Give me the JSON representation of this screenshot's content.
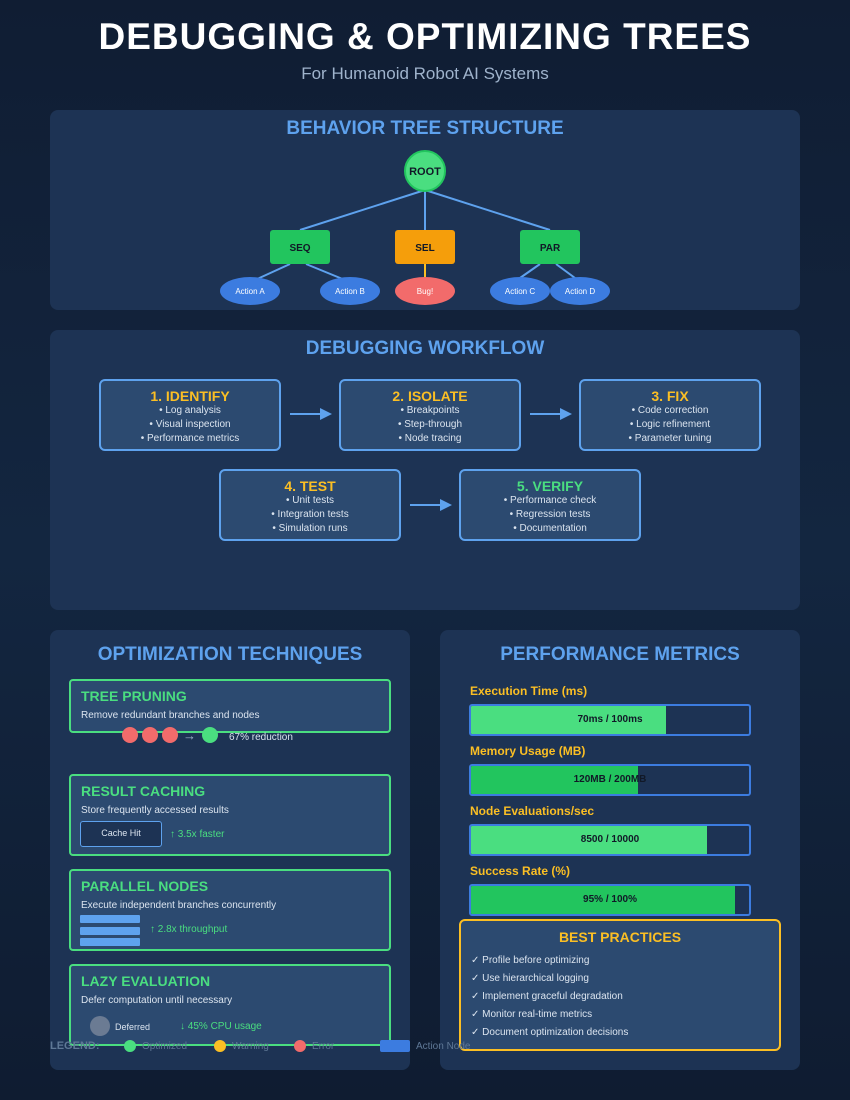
{
  "header": {
    "title": "DEBUGGING & OPTIMIZING TREES",
    "subtitle": "For Humanoid Robot AI Systems"
  },
  "tree": {
    "title": "BEHAVIOR TREE STRUCTURE",
    "root": "ROOT",
    "seq": "SEQ",
    "sel": "SEL",
    "par": "PAR",
    "action_a": "Action A",
    "action_b": "Action B",
    "bug": "Bug!",
    "action_c": "Action C",
    "action_d": "Action D"
  },
  "workflow": {
    "title": "DEBUGGING WORKFLOW",
    "steps": [
      {
        "title": "1. IDENTIFY",
        "items": [
          "• Log analysis",
          "• Visual inspection",
          "• Performance metrics"
        ]
      },
      {
        "title": "2. ISOLATE",
        "items": [
          "• Breakpoints",
          "• Step-through",
          "• Node tracing"
        ]
      },
      {
        "title": "3. FIX",
        "items": [
          "• Code correction",
          "• Logic refinement",
          "• Parameter tuning"
        ]
      },
      {
        "title": "4. TEST",
        "items": [
          "• Unit tests",
          "• Integration tests",
          "• Simulation runs"
        ]
      },
      {
        "title": "5. VERIFY",
        "items": [
          "• Performance check",
          "• Regression tests",
          "• Documentation"
        ]
      }
    ]
  },
  "optimization": {
    "title": "OPTIMIZATION TECHNIQUES",
    "pruning": {
      "title": "TREE PRUNING",
      "desc": "Remove redundant branches and nodes",
      "arrow": "→",
      "note": "67% reduction"
    },
    "caching": {
      "title": "RESULT CACHING",
      "desc": "Store frequently accessed results",
      "box": "Cache Hit",
      "note": "↑ 3.5x faster"
    },
    "parallel": {
      "title": "PARALLEL NODES",
      "desc": "Execute independent branches concurrently",
      "note": "↑ 2.8x throughput"
    },
    "lazy": {
      "title": "LAZY EVALUATION",
      "desc": "Defer computation until necessary",
      "deferred": "Deferred",
      "note": "↓ 45% CPU usage"
    }
  },
  "metrics": {
    "title": "PERFORMANCE METRICS",
    "items": [
      {
        "label": "Execution Time (ms)",
        "text": "70ms / 100ms",
        "fraction": 0.7,
        "color": "#4ade80"
      },
      {
        "label": "Memory Usage (MB)",
        "text": "120MB / 200MB",
        "fraction": 0.6,
        "color": "#22c55e"
      },
      {
        "label": "Node Evaluations/sec",
        "text": "8500 / 10000",
        "fraction": 0.85,
        "color": "#4ade80"
      },
      {
        "label": "Success Rate (%)",
        "text": "95% / 100%",
        "fraction": 0.95,
        "color": "#22c55e"
      }
    ]
  },
  "best_practices": {
    "title": "BEST PRACTICES",
    "items": [
      "✓ Profile before optimizing",
      "✓ Use hierarchical logging",
      "✓ Implement graceful degradation",
      "✓ Monitor real-time metrics",
      "✓ Document optimization decisions"
    ]
  },
  "legend": {
    "title": "LEGEND:",
    "optimized": "Optimized",
    "warning": "Warning",
    "error": "Error",
    "action_node": "Action Node"
  },
  "colors": {
    "accent_blue": "#5ea2ee",
    "optimized_green": "#4ade80",
    "warning_yellow": "#fbbf24",
    "error_red": "#f26b6b",
    "action_blue": "#3c7ce0"
  }
}
